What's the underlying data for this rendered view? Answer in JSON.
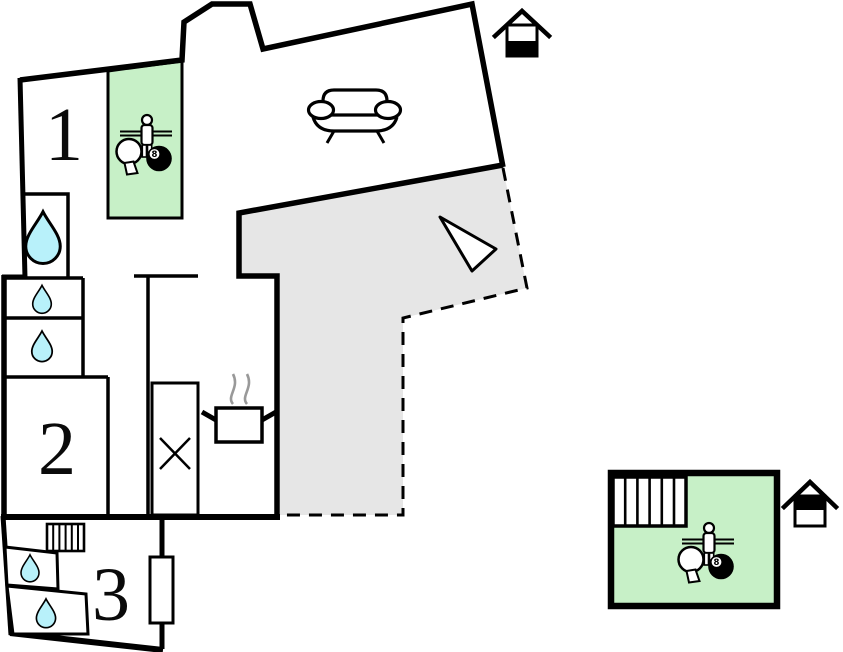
{
  "title": "Holiday home floor plan",
  "colors": {
    "wall": "#000000",
    "games_room_fill": "#c7f0c7",
    "terrace_fill": "#e6e6e6",
    "water_drop_fill": "#b8f1fa",
    "steam": "#999999",
    "background": "#ffffff"
  },
  "labels": {
    "room1": "1",
    "room2": "2",
    "room3": "3",
    "eight_ball": "8"
  },
  "areas": {
    "main_building": {
      "rooms": [
        "1",
        "2",
        "3"
      ],
      "games_area_highlighted": true,
      "terrace": {
        "outline": "dashed",
        "fill": "gray"
      }
    },
    "annex_building": {
      "games_area_highlighted": true
    }
  },
  "icons": [
    {
      "name": "games-icon",
      "meaning": "table tennis paddle, table football player and 8-ball (games area)",
      "count": 2
    },
    {
      "name": "sofa-icon",
      "meaning": "sofa in living area",
      "count": 1
    },
    {
      "name": "stove-pot-icon",
      "meaning": "cooking pot on stove (kitchen)",
      "count": 1
    },
    {
      "name": "steam-icon",
      "meaning": "steam above pot",
      "count": 1
    },
    {
      "name": "water-drop-icon",
      "meaning": "water / sanitary fixture",
      "count": 5
    },
    {
      "name": "stairs-icon",
      "meaning": "staircase",
      "count": 2
    },
    {
      "name": "house-floor-icon",
      "meaning": "floor-level indicator house",
      "variants": [
        "lower-half-filled (main plan)",
        "upper-half-filled (annex)"
      ]
    },
    {
      "name": "direction-triangle-icon",
      "meaning": "orientation triangle on terrace",
      "count": 1
    },
    {
      "name": "door-icon",
      "meaning": "door opening in room 3 wall",
      "count": 1
    },
    {
      "name": "x-table-icon",
      "meaning": "crossed marker in utility room",
      "count": 1
    }
  ]
}
